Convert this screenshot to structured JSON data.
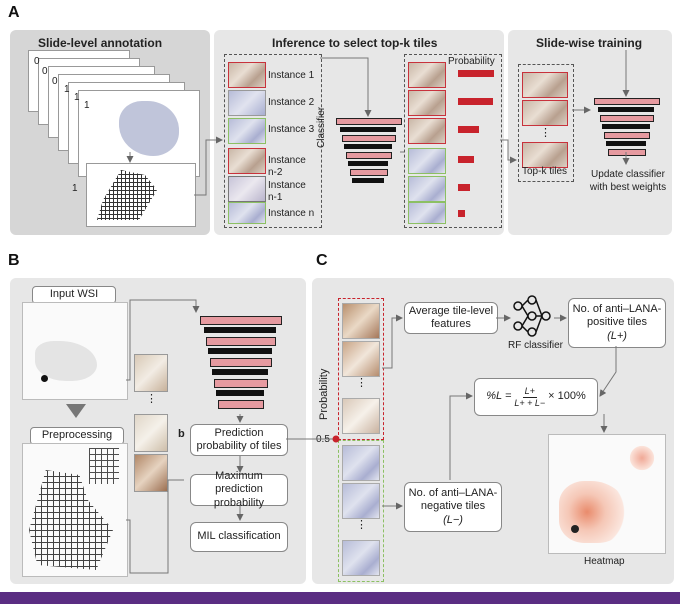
{
  "panel_a": {
    "label": "A",
    "slide_level_title": "Slide-level annotation",
    "slide_labels": [
      "0",
      "0",
      "0",
      "1",
      "1",
      "1"
    ],
    "grid_label": "1",
    "inference_title": "Inference to select top-k tiles",
    "instances": [
      "Instance 1",
      "Instance 2",
      "Instance 3",
      "Instance n-2",
      "Instance n-1",
      "Instance n"
    ],
    "classifier_label": "Classifier",
    "probability_label": "Probability",
    "probabilities": [
      0.95,
      0.92,
      0.55,
      0.42,
      0.32,
      0.18
    ],
    "training_title": "Slide-wise training",
    "topk_label": "Top-k tiles",
    "update_text": "Update classifier with best weights"
  },
  "panel_b": {
    "label": "B",
    "input_wsi": "Input WSI",
    "preprocessing": "Preprocessing",
    "b_marker": "b",
    "prediction_box": "Prediction probability of tiles",
    "max_box": "Maximum prediction probability",
    "mil_box": "MIL classification"
  },
  "panel_c": {
    "label": "C",
    "probability_axis": "Probability",
    "threshold": "0.5",
    "avg_box": "Average tile-level features",
    "rf_label": "RF classifier",
    "positive_box": "No. of anti–LANA-positive tiles",
    "positive_symbol": "(L+)",
    "negative_box": "No. of anti–LANA-negative tiles",
    "negative_symbol": "(L−)",
    "formula_lhs": "%L =",
    "formula_num": "L+",
    "formula_den": "L+ + L−",
    "formula_rhs": "× 100%",
    "heatmap_label": "Heatmap"
  },
  "colors": {
    "accent_red": "#c8232c",
    "tile_green": "#8cc063",
    "panel_gray": "#e7e7e7",
    "footer_purple": "#5a2d82"
  }
}
